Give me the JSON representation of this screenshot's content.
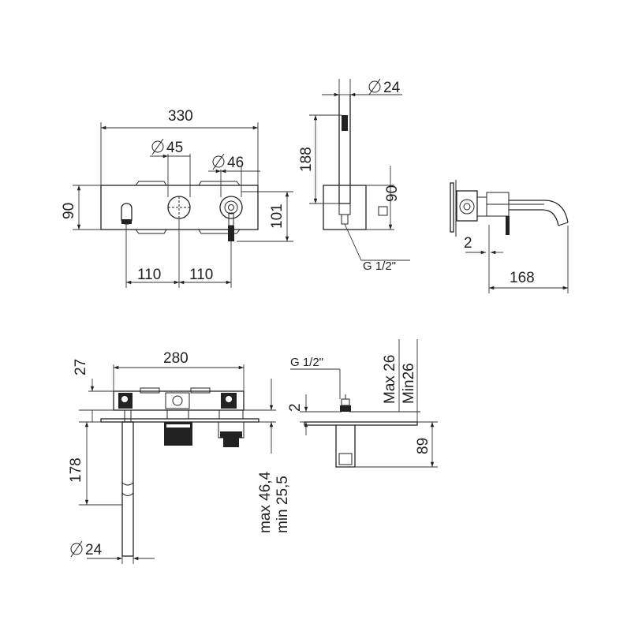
{
  "top_front_view": {
    "width_330": "330",
    "dia_45": "45",
    "dia_46": "46",
    "height_90": "90",
    "height_101": "101",
    "spacing_left_110": "110",
    "spacing_right_110": "110"
  },
  "top_side_view": {
    "dia_24": "24",
    "height_188": "188",
    "height_90": "90",
    "thread": "G 1/2\""
  },
  "top_profile_view": {
    "offset_2": "2",
    "depth_168": "168"
  },
  "bottom_front_view": {
    "width_280": "280",
    "height_27": "27",
    "height_178": "178",
    "max_46_4": "max 46,4",
    "min_25_5": "min 25,5",
    "dia_24": "24"
  },
  "bottom_side_view": {
    "thread": "G 1/2\"",
    "offset_2": "2",
    "max_26": "Max 26",
    "min_26": "Min26",
    "height_89": "89"
  }
}
